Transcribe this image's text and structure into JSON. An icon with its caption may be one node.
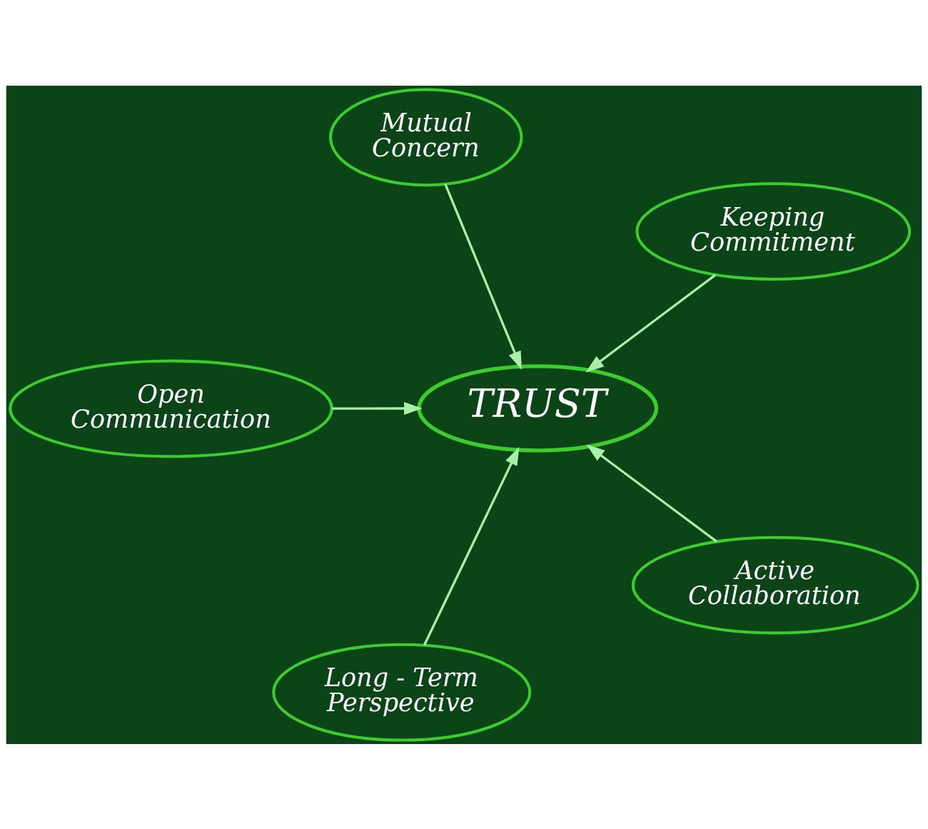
{
  "diagram": {
    "nodes": [
      {
        "text": [
          "Keeping Commitment"
        ]
      },
      {
        "text": [
          "Mutual Concern"
        ]
      },
      {
        "text": [
          "Open Communication"
        ]
      },
      {
        "text": [
          "TRUST"
        ]
      },
      {
        "text": [
          "Long - Term Perspective"
        ]
      },
      {
        "text": [
          "Active Collaboration"
        ]
      }
    ],
    "edges": [
      {
        "from": 1,
        "to": 3,
        "arrow": "to"
      },
      {
        "from": 0,
        "to": 3,
        "arrow": "to"
      },
      {
        "from": 2,
        "to": 3,
        "arrow": "to"
      },
      {
        "from": 4,
        "to": 3,
        "arrow": "to"
      },
      {
        "from": 5,
        "to": 3,
        "arrow": "to"
      }
    ]
  }
}
